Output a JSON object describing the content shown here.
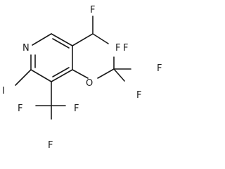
{
  "structure": {
    "atoms": {
      "n": "N",
      "i": "I",
      "o": "O",
      "f_chf2_top": "F",
      "f_chf2_right": "F",
      "f_ocf3_top": "F",
      "f_ocf3_right": "F",
      "f_ocf3_bottom": "F",
      "f_cf3_left": "F",
      "f_cf3_center": "F",
      "f_cf3_right": "F"
    }
  }
}
